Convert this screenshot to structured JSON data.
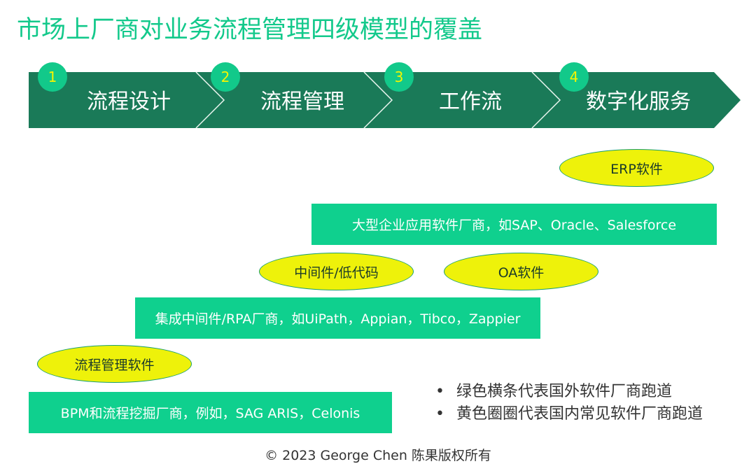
{
  "title": "市场上厂商对业务流程管理四级模型的覆盖",
  "stages": [
    {
      "number": "1",
      "label": "流程设计"
    },
    {
      "number": "2",
      "label": "流程管理"
    },
    {
      "number": "3",
      "label": "工作流"
    },
    {
      "number": "4",
      "label": "数字化服务"
    }
  ],
  "green_bars": [
    "大型企业应用软件厂商，如SAP、Oracle、Salesforce",
    "集成中间件/RPA厂商，如UiPath，Appian，Tibco，Zappier",
    "BPM和流程挖掘厂商，例如，SAG ARIS，Celonis"
  ],
  "yellow_ellipses": [
    "ERP软件",
    "中间件/低代码",
    "OA软件",
    "流程管理软件"
  ],
  "legend": [
    "绿色横条代表国外软件厂商跑道",
    "黄色圈圈代表国内常见软件厂商跑道"
  ],
  "footer": "© 2023 George Chen 陈果版权所有",
  "colors": {
    "band": "#1a7a58",
    "circle": "#12c98a",
    "bar": "#0fd08e",
    "ellipse": "#eef20a"
  }
}
